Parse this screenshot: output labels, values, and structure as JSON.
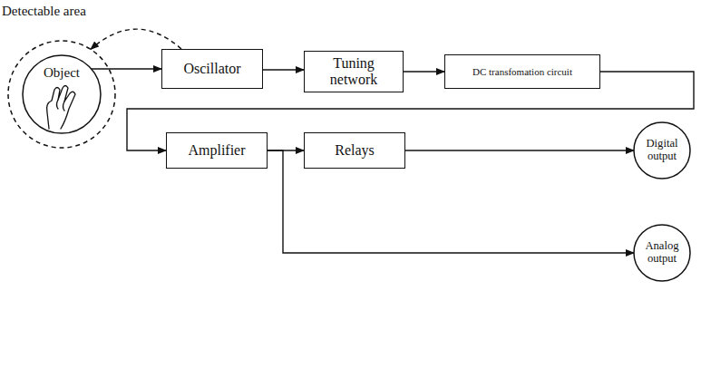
{
  "diagram": {
    "nodes": [
      {
        "text": [
          "Detectable area"
        ]
      },
      {
        "text": [
          "Object"
        ],
        "in": 0
      },
      {
        "text": [
          "Oscillator"
        ]
      },
      {
        "text": [
          "Tuning network"
        ]
      },
      {
        "text": [
          "DC transfomation circuit"
        ]
      },
      {
        "text": [
          "Amplifier"
        ]
      },
      {
        "text": [
          "Relays"
        ]
      },
      {
        "text": [
          "Digital output"
        ]
      },
      {
        "text": [
          "Analog output"
        ]
      }
    ],
    "edges": [
      {
        "from": 1,
        "to": 2,
        "arrow": "to"
      },
      {
        "from": 2,
        "to": 0,
        "arrow": "to"
      },
      {
        "from": 2,
        "to": 3,
        "arrow": "to"
      },
      {
        "from": 3,
        "to": 4,
        "arrow": "to"
      },
      {
        "from": 4,
        "to": 5,
        "arrow": "to"
      },
      {
        "from": 5,
        "to": 6,
        "arrow": "to"
      },
      {
        "from": 6,
        "to": 7,
        "arrow": "to"
      },
      {
        "from": 5,
        "to": 8,
        "arrow": "to"
      }
    ]
  }
}
